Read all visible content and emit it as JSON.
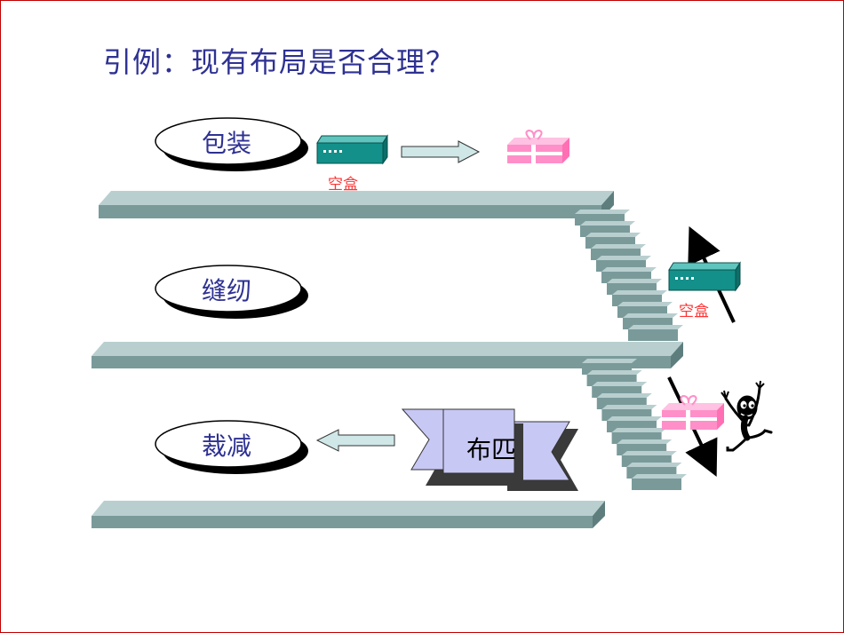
{
  "title": "引例：现有布局是否合理？",
  "floors": [
    {
      "label": "包装"
    },
    {
      "label": "缝纫"
    },
    {
      "label": "裁减"
    }
  ],
  "box_label_top": "空盒",
  "box_label_side": "空盒",
  "cloth_label": "布匹",
  "icons": [
    "equipment-box-icon",
    "gift-box-icon",
    "arrow-right-icon",
    "arrow-left-icon",
    "stickman-icon"
  ],
  "colors": {
    "title": "#2e3192",
    "floor": "#7a9a9a",
    "box": "#13908a",
    "gift": "#ff8fc8",
    "cloth": "#c8c8f5",
    "border": "#c00000",
    "box_label": "#ff3333"
  }
}
